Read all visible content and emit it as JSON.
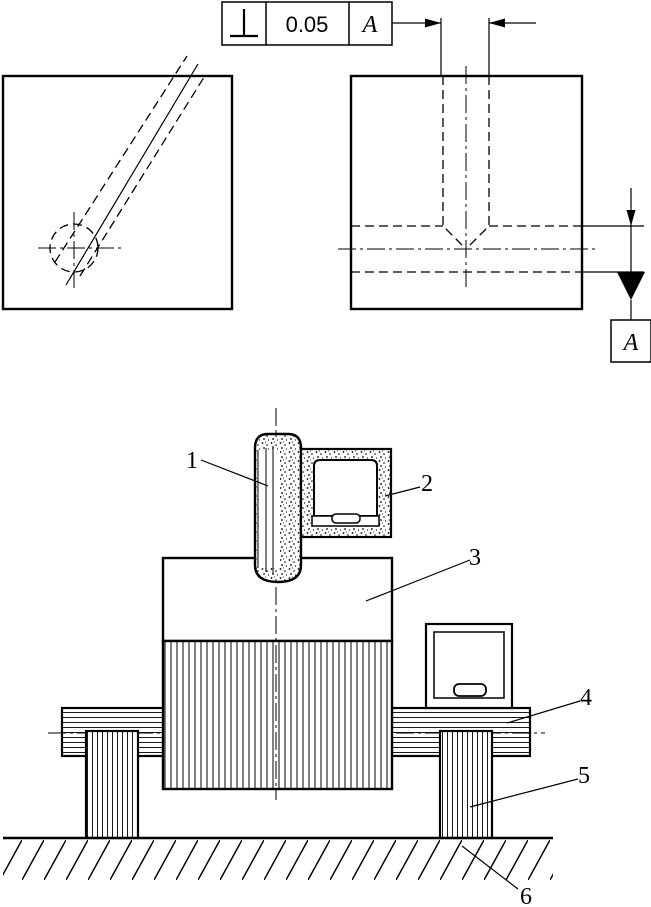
{
  "tolerance_frame": {
    "symbol": "⊥",
    "value": "0.05",
    "datum": "A"
  },
  "datum_label": "A",
  "callouts": [
    "1",
    "2",
    "3",
    "4",
    "5",
    "6"
  ]
}
